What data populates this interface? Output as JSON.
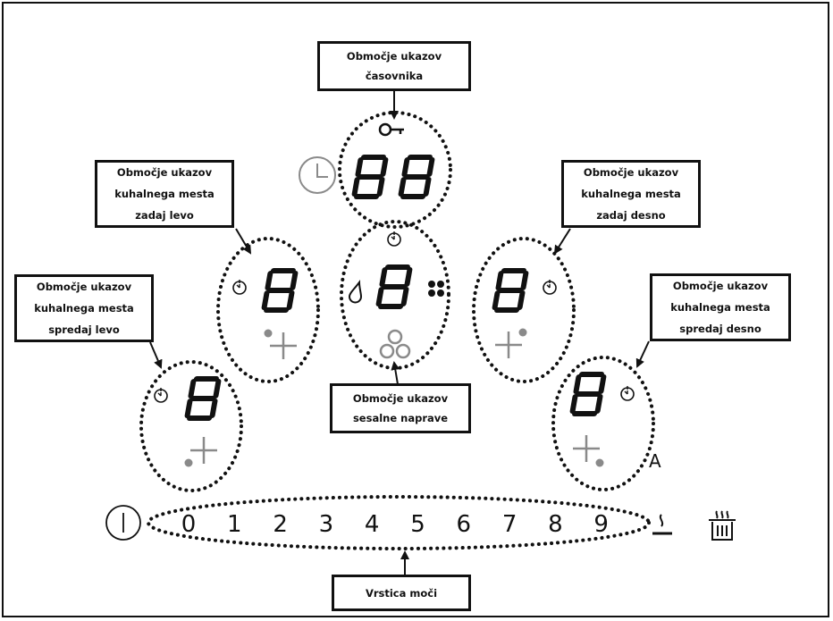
{
  "labels": {
    "timer_zone": [
      "Območje ukazov",
      "časovnika"
    ],
    "rear_left": [
      "Območje ukazov",
      "kuhalnega mesta",
      "zadaj levo"
    ],
    "front_left": [
      "Območje ukazov",
      "kuhalnega mesta",
      "spredaj levo"
    ],
    "rear_right": [
      "Območje ukazov",
      "kuhalnega mesta",
      "zadaj desno"
    ],
    "front_right": [
      "Območje ukazov",
      "kuhalnega mesta",
      "spredaj desno"
    ],
    "hood_zone": [
      "Območje ukazov",
      "sesalne naprave"
    ],
    "power_bar": [
      "Vrstica moči"
    ]
  },
  "power_levels": [
    "0",
    "1",
    "2",
    "3",
    "4",
    "5",
    "6",
    "7",
    "8",
    "9"
  ],
  "indicator_A": "A",
  "colors": {
    "line": "#111111",
    "icon_gray": "#8a8a8a",
    "background": "#ffffff"
  },
  "icons": [
    "key-icon",
    "clock-icon",
    "timer-icon",
    "seven-segment-display",
    "plus-icon",
    "dot-icon",
    "drop-icon",
    "fan-icon",
    "hood-icon",
    "power-icon",
    "keep-warm-icon",
    "pot-icon"
  ]
}
